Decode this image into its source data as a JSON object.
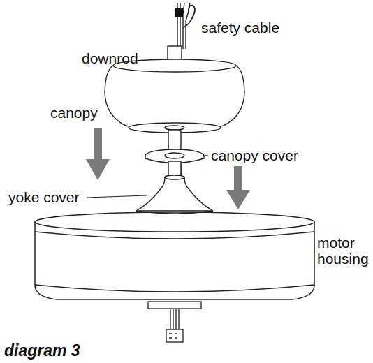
{
  "diagram": {
    "caption": "diagram 3",
    "labels": [
      "safety cable",
      "downrod",
      "canopy",
      "canopy cover",
      "yoke cover",
      "motor housing"
    ]
  }
}
